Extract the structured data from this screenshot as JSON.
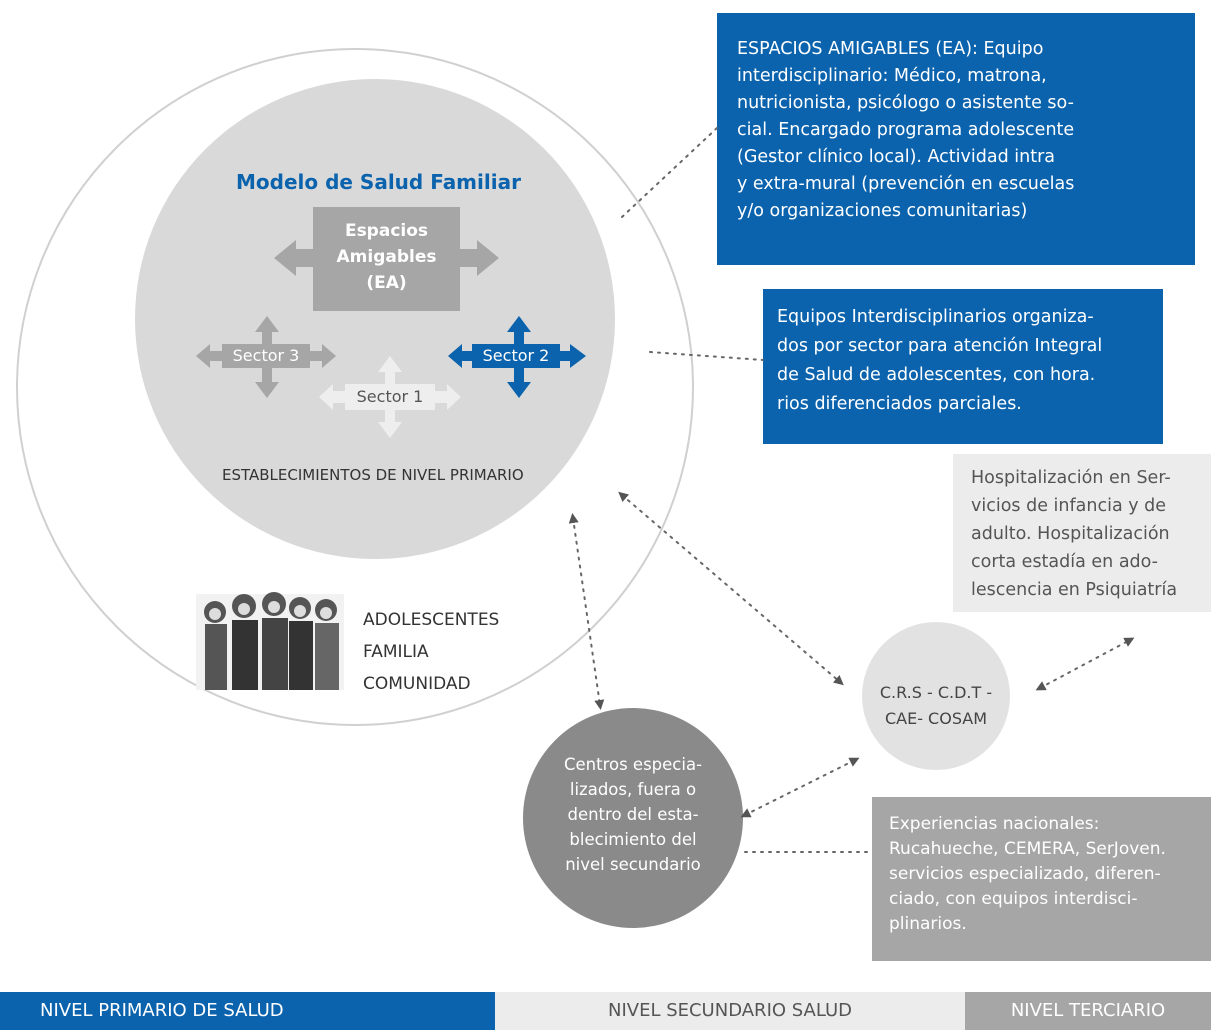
{
  "model": {
    "title": "Modelo de Salud Familiar",
    "ea_label": [
      "Espacios",
      "Amigables",
      "(EA)"
    ],
    "sector1": "Sector 1",
    "sector2": "Sector 2",
    "sector3": "Sector 3",
    "establishments": "ESTABLECIMIENTOS DE NIVEL PRIMARIO",
    "groups": [
      "ADOLESCENTES",
      "FAMILIA",
      "COMUNIDAD"
    ]
  },
  "boxes": {
    "ea_desc": [
      "ESPACIOS AMIGABLES (EA): Equipo",
      "interdisciplinario: Médico, matrona,",
      "nutricionista, psicólogo o asistente so-",
      "cial. Encargado programa adolescente",
      "(Gestor  clínico local). Actividad intra",
      "y extra-mural (prevención en escuelas",
      "y/o organizaciones comunitarias)"
    ],
    "equipos_desc": [
      "Equipos Interdisciplinarios  organiza-",
      "dos por sector para atención  Integral",
      "de  Salud  de adolescentes, con hora.",
      "rios diferenciados parciales."
    ],
    "hosp_desc": [
      "Hospitalización en Ser-",
      "vicios de infancia y de",
      "adulto. Hospitalización",
      "corta estadía en ado-",
      "lescencia en Psiquiatría"
    ],
    "exp_desc": [
      "Experiencias nacionales:",
      "Rucahueche, CEMERA, SerJoven.",
      "servicios especializado, diferen-",
      "ciado,  con equipos  interdisci-",
      "plinarios."
    ]
  },
  "nodes": {
    "crs": [
      "C.R.S - C.D.T -",
      "CAE- COSAM"
    ],
    "centros": [
      "Centros especia-",
      "lizados, fuera o",
      "dentro del esta-",
      "blecimiento del",
      "nivel secundario"
    ]
  },
  "levels": {
    "primary": "NIVEL  PRIMARIO DE SALUD",
    "secondary": "NIVEL  SECUNDARIO  SALUD",
    "tertiary": "NIVEL TERCIARIO"
  },
  "colors": {
    "blue": "#0b63ad",
    "grey": "#a6a6a6",
    "light": "#ececec",
    "circle": "#d9d9d9"
  }
}
